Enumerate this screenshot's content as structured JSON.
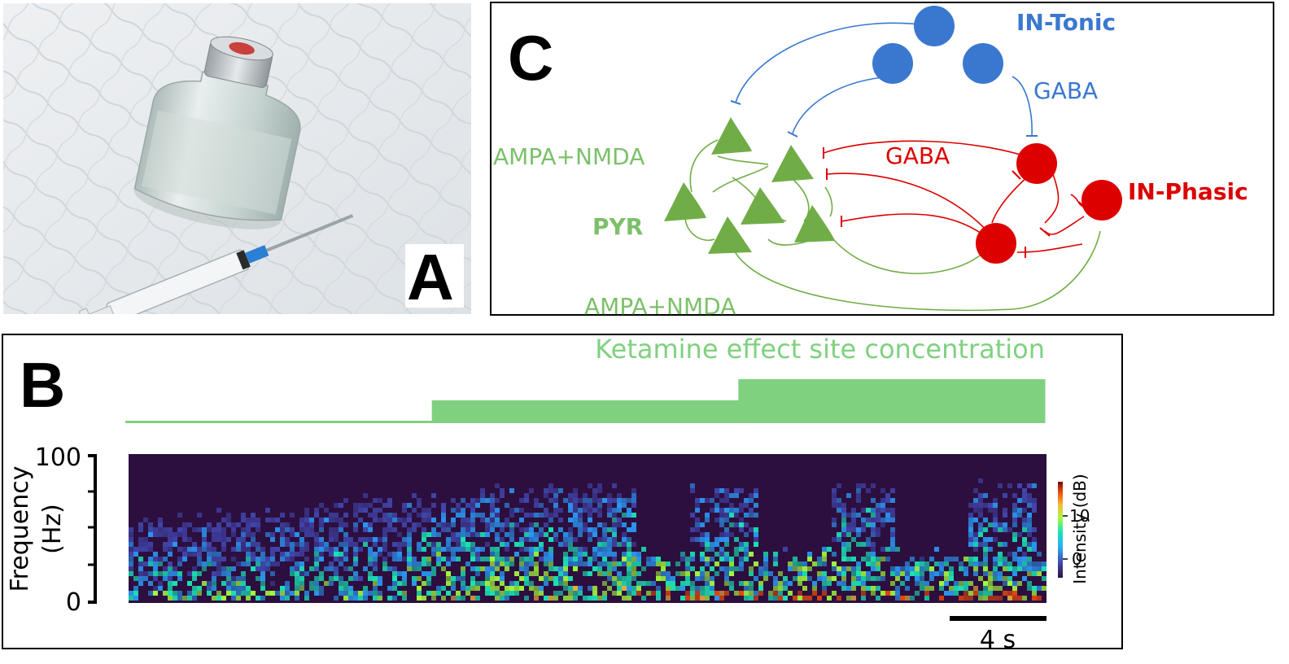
{
  "panels": {
    "a": {
      "letter": "A"
    },
    "b": {
      "letter": "B"
    },
    "c": {
      "letter": "C"
    }
  },
  "diagram": {
    "labels": {
      "in_tonic": "IN-Tonic",
      "in_phasic": "IN-Phasic",
      "gaba_tonic": "GABA",
      "gaba_phasic": "GABA",
      "ampa_nmda_top": "AMPA+NMDA",
      "ampa_nmda_bottom": "AMPA+NMDA",
      "pyr": "PYR"
    },
    "colors": {
      "tonic": "#3a78d0",
      "phasic": "#dd0000",
      "pyr": "#70ad47",
      "pyr_text": "#7cc06a"
    }
  },
  "spectrogram": {
    "top_label": "Ketamine effect site concentration",
    "y_axis_label_1": "Frequency",
    "y_axis_label_2": "(Hz)",
    "y_ticks": [
      "100",
      "0"
    ],
    "colorbar_label": "Intensity (dB)",
    "colorbar_ticks": [
      "10",
      "0"
    ],
    "scalebar_label": "4 s",
    "concentration_steps": [
      1,
      2,
      3
    ],
    "colors": {
      "concentration": "#7fd17f",
      "background": "#2c0f3e"
    }
  }
}
